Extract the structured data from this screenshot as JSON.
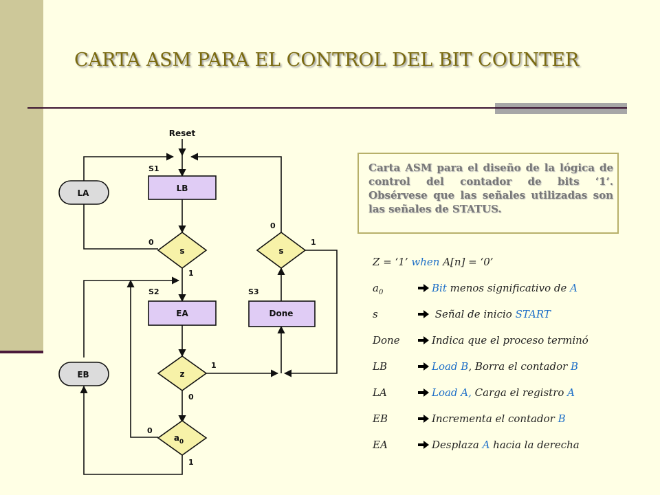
{
  "slide": {
    "title": "CARTA ASM PARA EL CONTROL DEL BIT COUNTER"
  },
  "colors": {
    "background": "#FFFFE5",
    "state_box_fill": "#E0CCF5",
    "decision_fill": "#F7F2A8",
    "conditional_output_fill": "#DCDCDC",
    "highlight_blue": "#1E6FC8"
  },
  "diagram": {
    "reset_label": "Reset",
    "states": [
      {
        "name": "S1",
        "action": "LB"
      },
      {
        "name": "S2",
        "action": "EA"
      },
      {
        "name": "S3",
        "action": "Done"
      }
    ],
    "decisions": [
      {
        "condition": "s",
        "yes": "1",
        "no": "0"
      },
      {
        "condition": "z",
        "yes": "1",
        "no": "0"
      },
      {
        "condition": "a",
        "subscript": "0",
        "yes": "1",
        "no": "0"
      },
      {
        "condition": "s",
        "yes": "1",
        "no": "0"
      }
    ],
    "conditional_outputs": [
      "LA",
      "EB"
    ]
  },
  "note": {
    "text": "Carta ASM para el diseño de la lógica de control del contador de bits ‘1’. Obsérvese que las señales utilizadas son las señales de STATUS."
  },
  "legend": {
    "z_line": {
      "pre": "Z = ‘1’ ",
      "kw": "when",
      "post": " A[n] = ‘0’"
    },
    "arrow_icon": "right-arrow-icon",
    "rows": [
      {
        "key": "a",
        "key_sub": "0",
        "parts": [
          {
            "t": "Bit",
            "hl": true
          },
          {
            "t": " menos significativo de ",
            "hl": false
          },
          {
            "t": "A",
            "hl": true
          }
        ]
      },
      {
        "key": "s",
        "parts": [
          {
            "t": " Señal de inicio ",
            "hl": false
          },
          {
            "t": "START",
            "hl": true
          }
        ]
      },
      {
        "key": "Done",
        "parts": [
          {
            "t": "Indica que el proceso terminó",
            "hl": false
          }
        ]
      },
      {
        "key": "LB",
        "parts": [
          {
            "t": "Load B",
            "hl": true
          },
          {
            "t": ", Borra el contador ",
            "hl": false
          },
          {
            "t": "B",
            "hl": true
          }
        ]
      },
      {
        "key": "LA",
        "parts": [
          {
            "t": "Load A,",
            "hl": true
          },
          {
            "t": " Carga el registro ",
            "hl": false
          },
          {
            "t": "A",
            "hl": true
          }
        ]
      },
      {
        "key": "EB",
        "parts": [
          {
            "t": "Incrementa el contador ",
            "hl": false
          },
          {
            "t": "B",
            "hl": true
          }
        ]
      },
      {
        "key": "EA",
        "parts": [
          {
            "t": "Desplaza ",
            "hl": false
          },
          {
            "t": "A",
            "hl": true
          },
          {
            "t": " hacia la derecha",
            "hl": false
          }
        ]
      }
    ]
  }
}
